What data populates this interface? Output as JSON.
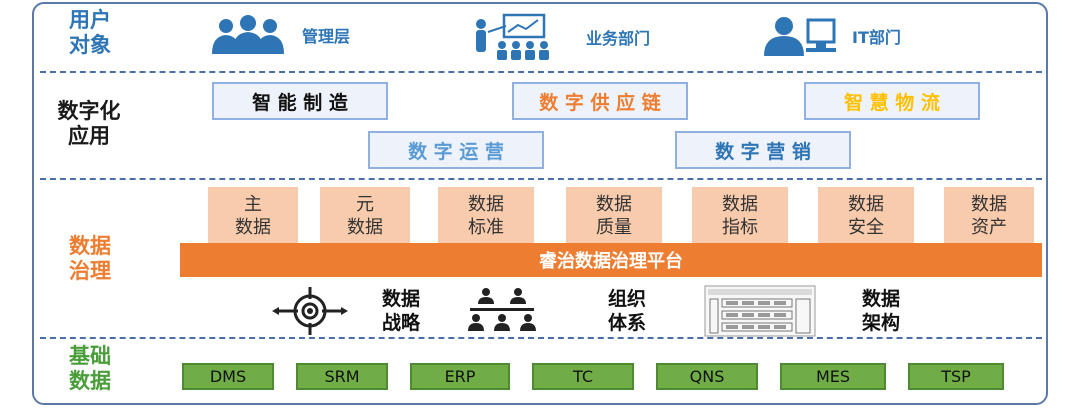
{
  "row_labels": {
    "users": "用户\n对象",
    "apps": "数字化\n应用",
    "governance": "数据\n治理",
    "foundation": "基础\n数据"
  },
  "users": [
    {
      "label": "管理层",
      "icon": "management-group-icon"
    },
    {
      "label": "业务部门",
      "icon": "presentation-meeting-icon"
    },
    {
      "label": "IT部门",
      "icon": "it-person-computer-icon"
    }
  ],
  "apps": {
    "row1": [
      {
        "label": "智 能 制 造",
        "color": "#111111"
      },
      {
        "label": "数 字 供 应 链",
        "color": "#ed7d31"
      },
      {
        "label": "智 慧 物 流",
        "color": "#ffc000"
      }
    ],
    "row2": [
      {
        "label": "数 字 运 营",
        "color": "#5b9bd5"
      },
      {
        "label": "数 字 营 销",
        "color": "#2e75b6"
      }
    ]
  },
  "governance": {
    "boxes": [
      "主\n数据",
      "元\n数据",
      "数据\n标准",
      "数据\n质量",
      "数据\n指标",
      "数据\n安全",
      "数据\n资产"
    ],
    "platform": "睿治数据治理平台",
    "pillars": [
      {
        "label": "数据\n战略",
        "icon": "target-crosshair-icon"
      },
      {
        "label": "组织\n体系",
        "icon": "org-hierarchy-icon"
      },
      {
        "label": "数据\n架构",
        "icon": "architecture-diagram-icon"
      }
    ]
  },
  "systems": [
    "DMS",
    "SRM",
    "ERP",
    "TC",
    "QNS",
    "MES",
    "TSP"
  ],
  "colors": {
    "frame": "#5a79a8",
    "blue_text": "#2e75b6",
    "orange": "#ed7d31",
    "peach": "#f8cbad",
    "green": "#70ad47"
  }
}
